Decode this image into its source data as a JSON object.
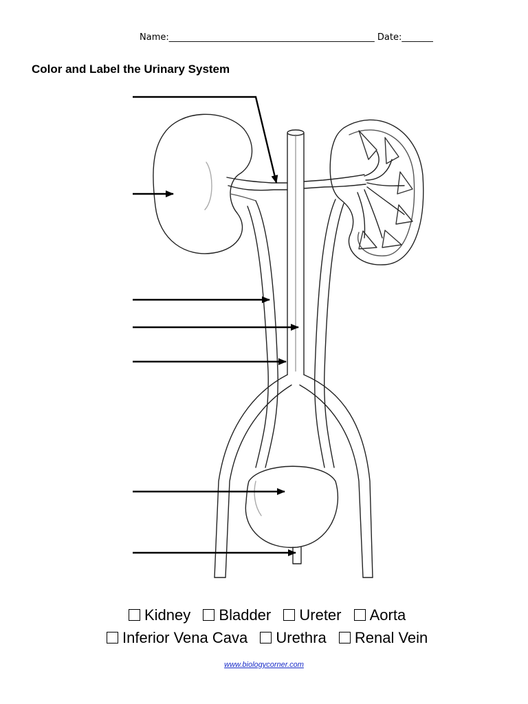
{
  "header": {
    "name_label": "Name:",
    "name_line": "______________________________________________",
    "date_label": "Date:",
    "date_line": "_______"
  },
  "title": "Color and Label the Urinary System",
  "diagram": {
    "label_arrow_count": 7
  },
  "word_bank": {
    "row1": [
      "Kidney",
      "Bladder",
      "Ureter",
      "Aorta"
    ],
    "row2": [
      "Inferior Vena Cava",
      "Urethra",
      "Renal Vein"
    ]
  },
  "footer": {
    "link_text": "www.biologycorner.com"
  }
}
